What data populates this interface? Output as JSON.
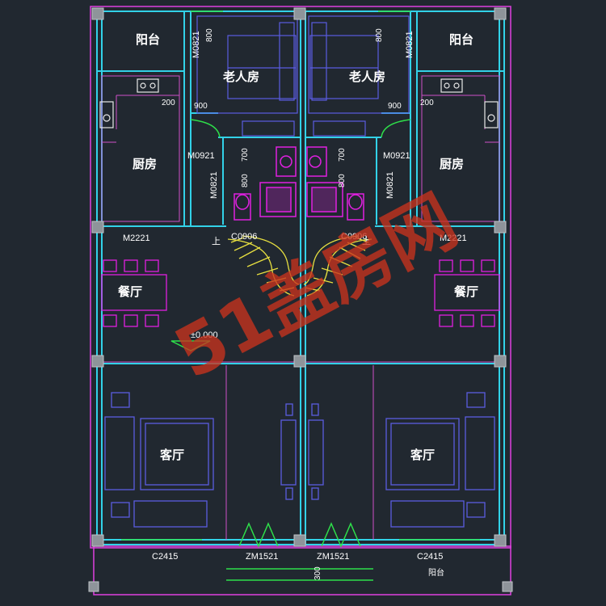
{
  "rooms": {
    "balcony_tl": "阳台",
    "balcony_tr": "阳台",
    "elder_room_l": "老人房",
    "elder_room_r": "老人房",
    "kitchen_l": "厨房",
    "kitchen_r": "厨房",
    "dining_l": "餐厅",
    "dining_r": "餐厅",
    "living_l": "客厅",
    "living_r": "客厅",
    "balcony_bottom": "阳台"
  },
  "door_codes": {
    "m0821_tl": "M0821",
    "m0821_tr": "M0821",
    "m0921_l": "M0921",
    "m0921_r": "M0921",
    "m0821_ml": "M0821",
    "m0821_mr": "M0821",
    "m2221_l": "M2221",
    "m2221_r": "M2221",
    "c0906_l": "C0906",
    "c0906_r": "C0906",
    "c2415_l": "C2415",
    "c2415_r": "C2415",
    "zm1521_l": "ZM1521",
    "zm1521_r": "ZM1521"
  },
  "dimensions": {
    "d800_tl": "800",
    "d800_tr": "800",
    "d900_l": "900",
    "d900_r": "900",
    "d200_l": "200",
    "d200_r": "200",
    "d700_l": "700",
    "d700_r": "700",
    "d800_ml": "800",
    "d800_mr": "800",
    "d300_bottom": "300"
  },
  "markers": {
    "up_l": "上",
    "up_r": "上",
    "level": "±0.000"
  },
  "watermark": "51盖房网"
}
